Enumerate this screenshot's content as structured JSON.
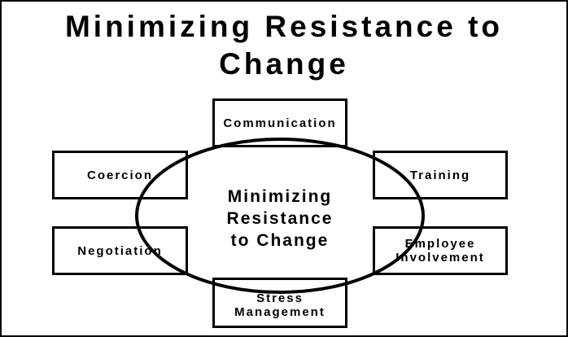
{
  "title": {
    "line1": "Minimizing Resistance to",
    "line2": "Change"
  },
  "center": {
    "line1": "Minimizing",
    "line2": "Resistance",
    "line3": "to Change"
  },
  "boxes": {
    "communication": "Communication",
    "coercion": "Coercion",
    "training": "Training",
    "negotiation": "Negotiation",
    "employee_involvement": {
      "line1": "Employee",
      "line2": "Involvement"
    },
    "stress_management": {
      "line1": "Stress",
      "line2": "Management"
    }
  }
}
